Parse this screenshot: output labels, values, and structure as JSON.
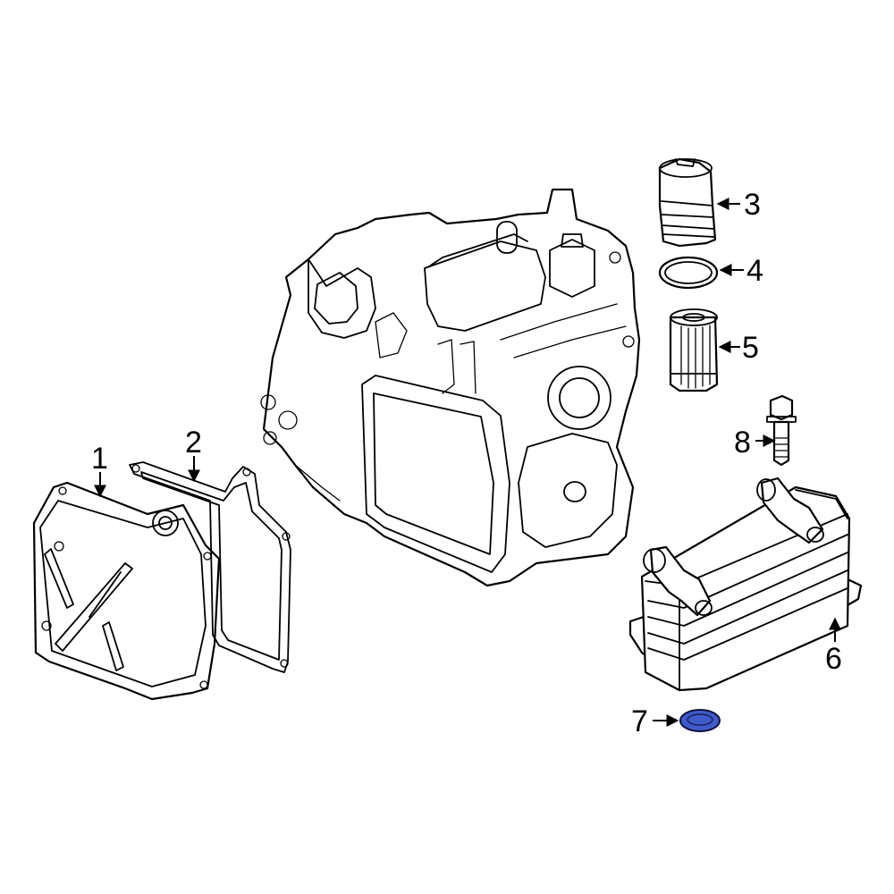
{
  "callouts": {
    "c1": "1",
    "c2": "2",
    "c3": "3",
    "c4": "4",
    "c5": "5",
    "c6": "6",
    "c7": "7",
    "c8": "8"
  },
  "colors": {
    "line": "#000000",
    "background": "#ffffff",
    "highlight_fill": "#3f5bc9",
    "highlight_stroke": "#101040"
  },
  "highlighted_part": "7"
}
